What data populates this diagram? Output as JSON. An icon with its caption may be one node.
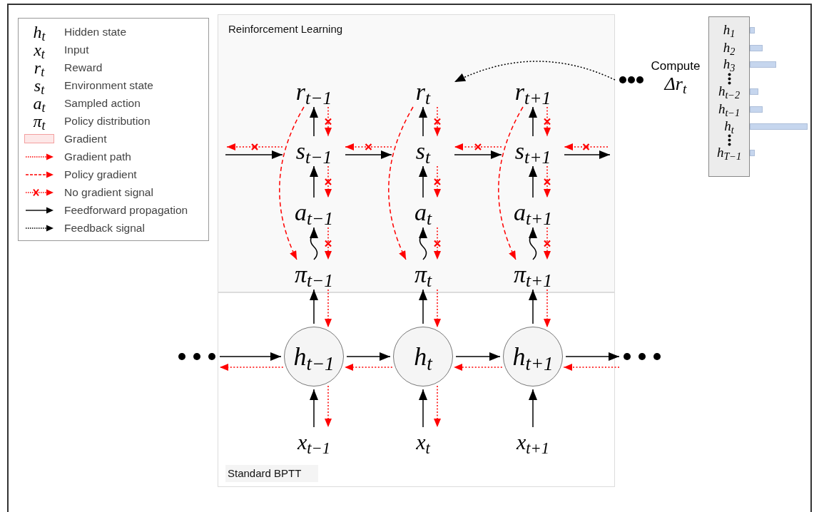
{
  "diagram": {
    "nodes": [
      {
        "text": [
          "Reinforcement Learning"
        ]
      },
      {
        "text": [
          "r$_{t−1}$"
        ],
        "in": 0
      },
      {
        "text": [
          "r$_{t}$"
        ],
        "in": 0
      },
      {
        "text": [
          "r$_{t+1}$"
        ],
        "in": 0
      },
      {
        "text": [
          "s$_{t−1}$"
        ],
        "in": 0
      },
      {
        "text": [
          "s$_{t}$"
        ],
        "in": 0
      },
      {
        "text": [
          "s$_{t+1}$"
        ],
        "in": 0
      },
      {
        "text": [
          "a$_{t−1}$"
        ],
        "in": 0
      },
      {
        "text": [
          "a$_{t}$"
        ],
        "in": 0
      },
      {
        "text": [
          "a$_{t+1}$"
        ],
        "in": 0
      },
      {
        "text": [
          "π$_{t−1}$"
        ],
        "in": 0
      },
      {
        "text": [
          "π$_{t}$"
        ],
        "in": 0
      },
      {
        "text": [
          "π$_{t+1}$"
        ],
        "in": 0
      },
      {
        "text": [
          "Standard BPTT"
        ]
      },
      {
        "text": [
          "h$_{t−1}$"
        ],
        "in": 13
      },
      {
        "text": [
          "h$_{t}$"
        ],
        "in": 13
      },
      {
        "text": [
          "h$_{t+1}$"
        ],
        "in": 13
      },
      {
        "text": [
          "x$_{t−1}$"
        ],
        "in": 13
      },
      {
        "text": [
          "x$_{t}$"
        ],
        "in": 13
      },
      {
        "text": [
          "x$_{t+1}$"
        ],
        "in": 13
      },
      {
        "text": [],
        "shape": "dots"
      },
      {
        "text": [],
        "shape": "dots"
      },
      {
        "text": [],
        "shape": "dots"
      },
      {
        "text": [
          "Compute",
          "Δr$_{t}$"
        ]
      },
      {
        "text": [
          "h$_{1}$",
          "h$_{2}$",
          "h$_{3}$",
          "h$_{t−2}$",
          "h$_{t−1}$",
          "h$_{t}$",
          "h$_{T−1}$"
        ]
      }
    ],
    "edges": [
      {
        "from": null,
        "to": 4,
        "arrow": "to",
        "color": "#000000"
      },
      {
        "from": 4,
        "to": null,
        "arrow": "to",
        "style": "dashed",
        "color": "#ff0000"
      },
      {
        "from": 4,
        "to": 5,
        "arrow": "to",
        "color": "#000000"
      },
      {
        "from": 5,
        "to": 4,
        "arrow": "to",
        "style": "dashed",
        "color": "#ff0000"
      },
      {
        "from": 5,
        "to": 6,
        "arrow": "to",
        "color": "#000000"
      },
      {
        "from": 6,
        "to": 5,
        "arrow": "to",
        "style": "dashed",
        "color": "#ff0000"
      },
      {
        "from": 6,
        "to": null,
        "arrow": "to",
        "color": "#000000"
      },
      {
        "from": null,
        "to": 6,
        "arrow": "to",
        "style": "dashed",
        "color": "#ff0000"
      },
      {
        "from": 4,
        "to": 1,
        "arrow": "to",
        "color": "#000000"
      },
      {
        "from": 1,
        "to": 4,
        "arrow": "to",
        "style": "dashed",
        "color": "#ff0000"
      },
      {
        "from": 7,
        "to": 4,
        "arrow": "to",
        "color": "#000000"
      },
      {
        "from": 4,
        "to": 7,
        "arrow": "to",
        "style": "dashed",
        "color": "#ff0000"
      },
      {
        "from": 10,
        "to": 7,
        "arrow": "to",
        "color": "#000000"
      },
      {
        "from": 7,
        "to": 10,
        "arrow": "to",
        "style": "dashed",
        "color": "#ff0000"
      },
      {
        "from": 1,
        "to": 10,
        "arrow": "to",
        "style": "dashed",
        "color": "#ff0000"
      },
      {
        "from": 14,
        "to": 10,
        "arrow": "to",
        "color": "#000000"
      },
      {
        "from": 10,
        "to": 14,
        "arrow": "to",
        "style": "dashed",
        "color": "#ff0000"
      },
      {
        "from": 17,
        "to": 14,
        "arrow": "to",
        "color": "#000000"
      },
      {
        "from": 14,
        "to": 17,
        "arrow": "to",
        "style": "dashed",
        "color": "#ff0000"
      },
      {
        "from": 5,
        "to": 2,
        "arrow": "to",
        "color": "#000000"
      },
      {
        "from": 2,
        "to": 5,
        "arrow": "to",
        "style": "dashed",
        "color": "#ff0000"
      },
      {
        "from": 8,
        "to": 5,
        "arrow": "to",
        "color": "#000000"
      },
      {
        "from": 5,
        "to": 8,
        "arrow": "to",
        "style": "dashed",
        "color": "#ff0000"
      },
      {
        "from": 11,
        "to": 8,
        "arrow": "to",
        "color": "#000000"
      },
      {
        "from": 8,
        "to": 11,
        "arrow": "to",
        "style": "dashed",
        "color": "#ff0000"
      },
      {
        "from": 2,
        "to": 11,
        "arrow": "to",
        "style": "dashed",
        "color": "#ff0000"
      },
      {
        "from": 15,
        "to": 11,
        "arrow": "to",
        "color": "#000000"
      },
      {
        "from": 11,
        "to": 15,
        "arrow": "to",
        "style": "dashed",
        "color": "#ff0000"
      },
      {
        "from": 18,
        "to": 15,
        "arrow": "to",
        "color": "#000000"
      },
      {
        "from": 15,
        "to": 18,
        "arrow": "to",
        "style": "dashed",
        "color": "#ff0000"
      },
      {
        "from": 6,
        "to": 3,
        "arrow": "to",
        "color": "#000000"
      },
      {
        "from": 3,
        "to": 6,
        "arrow": "to",
        "style": "dashed",
        "color": "#ff0000"
      },
      {
        "from": 9,
        "to": 6,
        "arrow": "to",
        "color": "#000000"
      },
      {
        "from": 6,
        "to": 9,
        "arrow": "to",
        "style": "dashed",
        "color": "#ff0000"
      },
      {
        "from": 12,
        "to": 9,
        "arrow": "to",
        "color": "#000000"
      },
      {
        "from": 9,
        "to": 12,
        "arrow": "to",
        "style": "dashed",
        "color": "#ff0000"
      },
      {
        "from": 3,
        "to": 12,
        "arrow": "to",
        "style": "dashed",
        "color": "#ff0000"
      },
      {
        "from": 16,
        "to": 12,
        "arrow": "to",
        "color": "#000000"
      },
      {
        "from": 12,
        "to": 16,
        "arrow": "to",
        "style": "dashed",
        "color": "#ff0000"
      },
      {
        "from": 19,
        "to": 16,
        "arrow": "to",
        "color": "#000000"
      },
      {
        "from": 20,
        "to": 14,
        "arrow": "to",
        "color": "#000000"
      },
      {
        "from": 14,
        "to": 20,
        "arrow": "to",
        "style": "dashed",
        "color": "#ff0000"
      },
      {
        "from": 14,
        "to": 15,
        "arrow": "to",
        "color": "#000000"
      },
      {
        "from": 15,
        "to": 14,
        "arrow": "to",
        "style": "dashed",
        "color": "#ff0000"
      },
      {
        "from": 15,
        "to": 16,
        "arrow": "to",
        "color": "#000000"
      },
      {
        "from": 16,
        "to": 15,
        "arrow": "to",
        "style": "dashed",
        "color": "#ff0000"
      },
      {
        "from": 16,
        "to": 21,
        "arrow": "to",
        "color": "#000000"
      },
      {
        "from": 21,
        "to": 16,
        "arrow": "to",
        "style": "dashed",
        "color": "#ff0000"
      },
      {
        "from": 22,
        "to": 2,
        "arrow": "to",
        "style": "dashed",
        "color": "#000000"
      }
    ],
    "labels": [
      "h$_{t}$",
      "x$_{t}$",
      "r$_{t}$",
      "s$_{t}$",
      "a$_{t}$",
      "π$_{t}$"
    ],
    "legend": [
      {
        "text": "Hidden state"
      },
      {
        "text": "Input"
      },
      {
        "text": "Reward"
      },
      {
        "text": "Environment state"
      },
      {
        "text": "Sampled action"
      },
      {
        "text": "Policy distribution"
      },
      {
        "text": "Gradient",
        "color": "#fde8e8"
      },
      {
        "text": "Gradient path"
      },
      {
        "text": "Policy gradient"
      },
      {
        "text": "No gradient signal"
      },
      {
        "text": "Feedforward propagation"
      },
      {
        "text": "Feedback signal"
      }
    ]
  }
}
